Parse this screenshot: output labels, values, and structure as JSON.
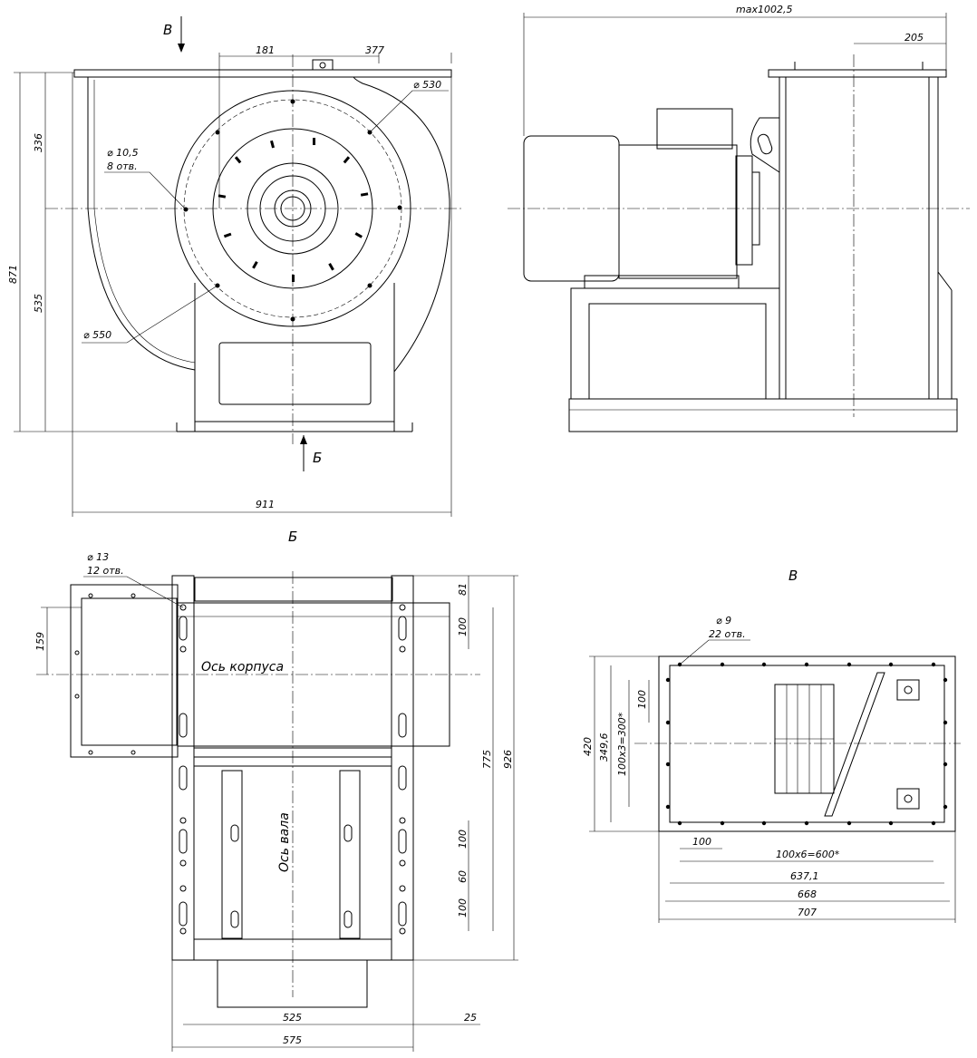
{
  "views": {
    "front": {
      "view_arrow_top": "В",
      "view_arrow_bottom": "Б",
      "dims": {
        "d181": "181",
        "d377": "377",
        "d336": "336",
        "d535": "535",
        "d871": "871",
        "d911": "911",
        "hole_dia": "⌀ 10,5",
        "hole_count": "8 отв.",
        "dia_530": "⌀ 530",
        "dia_550": "⌀ 550"
      }
    },
    "side": {
      "dims": {
        "max": "max1002,5",
        "d205": "205"
      }
    },
    "bottom": {
      "title": "Б",
      "axis_body": "Ось корпуса",
      "axis_shaft": "Ось вала",
      "dims": {
        "hole_dia": "⌀ 13",
        "hole_count": "12 отв.",
        "d159": "159",
        "d81": "81",
        "d100a": "100",
        "d775": "775",
        "d926": "926",
        "d100b": "100",
        "d60": "60",
        "d100c": "100",
        "d525": "525",
        "d25": "25",
        "d575": "575"
      }
    },
    "flange": {
      "title": "В",
      "dims": {
        "hole_dia": "⌀ 9",
        "hole_count": "22 отв.",
        "d420": "420",
        "d349": "349,6",
        "d100x3": "100x3=300*",
        "d100v": "100",
        "d100h": "100",
        "d100x6": "100x6=600*",
        "d637": "637,1",
        "d668": "668",
        "d707": "707"
      }
    }
  }
}
